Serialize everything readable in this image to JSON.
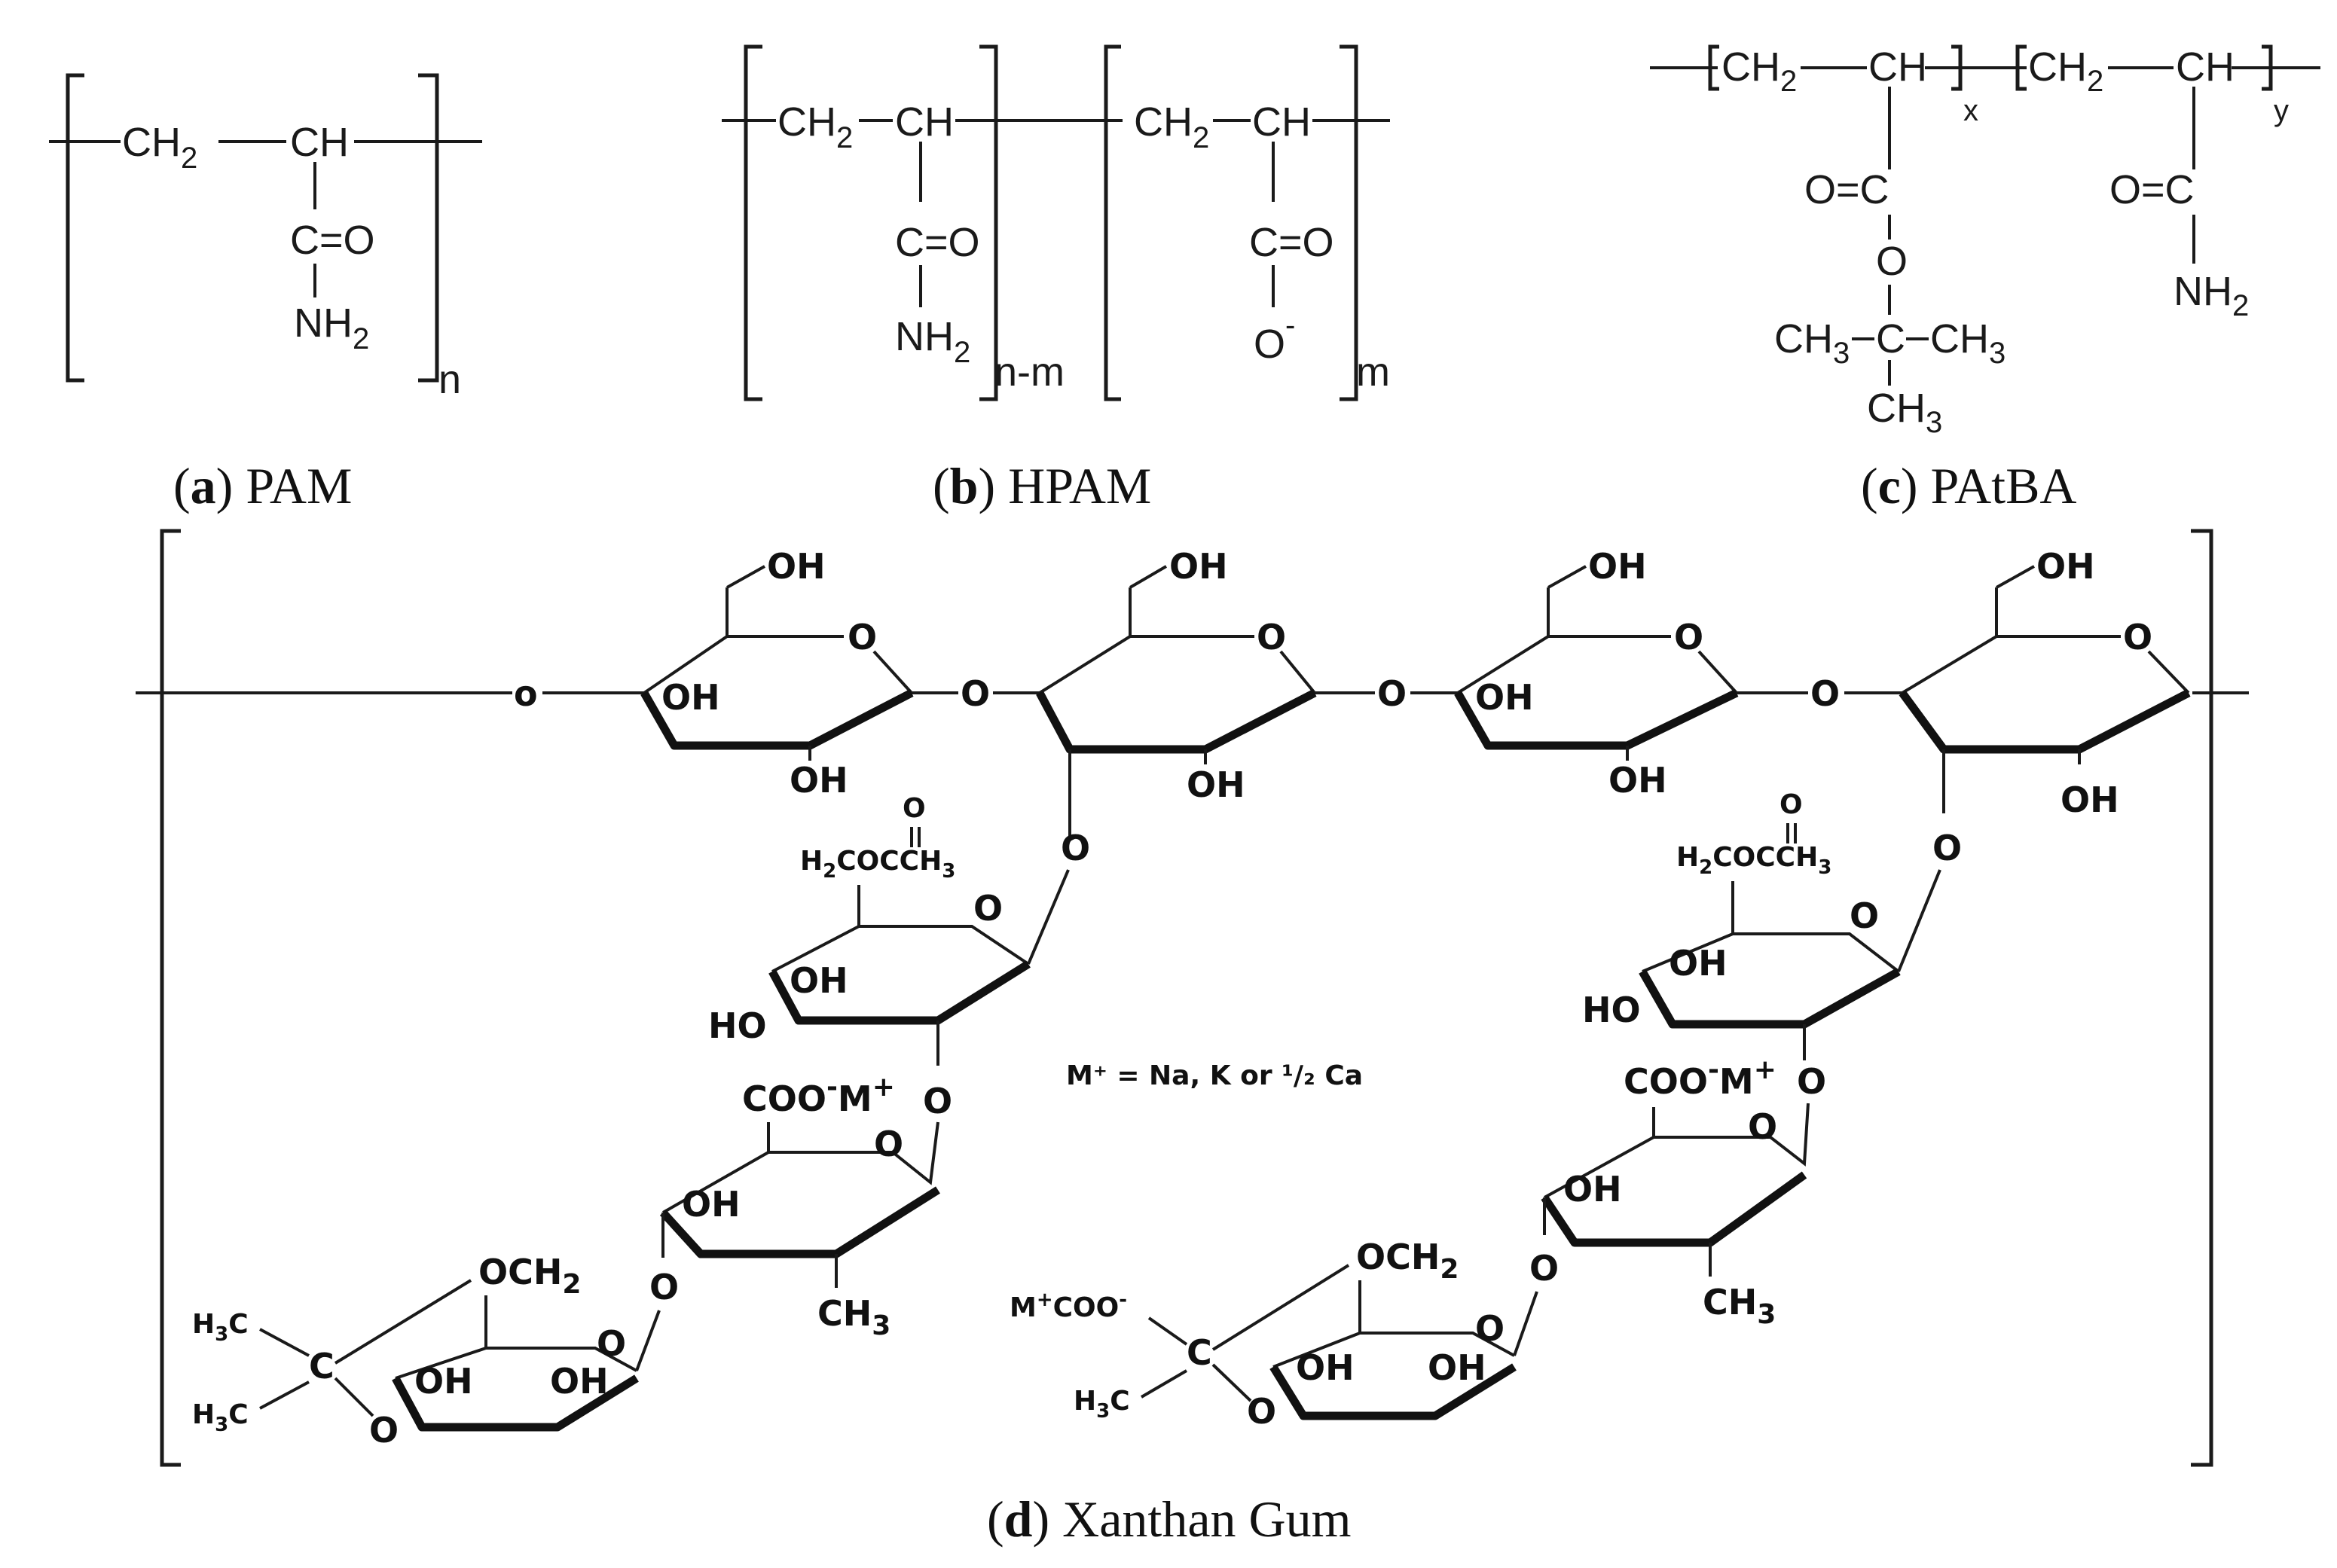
{
  "panels": {
    "a": {
      "letter": "a",
      "name": "PAM",
      "subscript": "n"
    },
    "b": {
      "letter": "b",
      "name": "HPAM",
      "subscript_left": "n-m",
      "subscript_right": "m"
    },
    "c": {
      "letter": "c",
      "name": "PAtBA",
      "subscript_left": "x",
      "subscript_right": "y"
    },
    "d": {
      "letter": "d",
      "name": "Xanthan Gum",
      "counterion_note": "M⁺ = Na, K or ¹/₂ Ca"
    }
  },
  "atoms": {
    "ch2": "CH",
    "ch": "CH",
    "two": "2",
    "three": "3",
    "c_eq_o": "C=O",
    "o_eq_c": "O=C",
    "nh2": "NH",
    "o_minus": "O",
    "o": "O",
    "c": "C",
    "ch3": "CH",
    "oh": "OH",
    "ho": "HO",
    "coo_m": "COO",
    "m_plus": "M",
    "h2coccch3": "H",
    "och2": "OCH",
    "h3c": "H",
    "m_coo": "COO"
  }
}
